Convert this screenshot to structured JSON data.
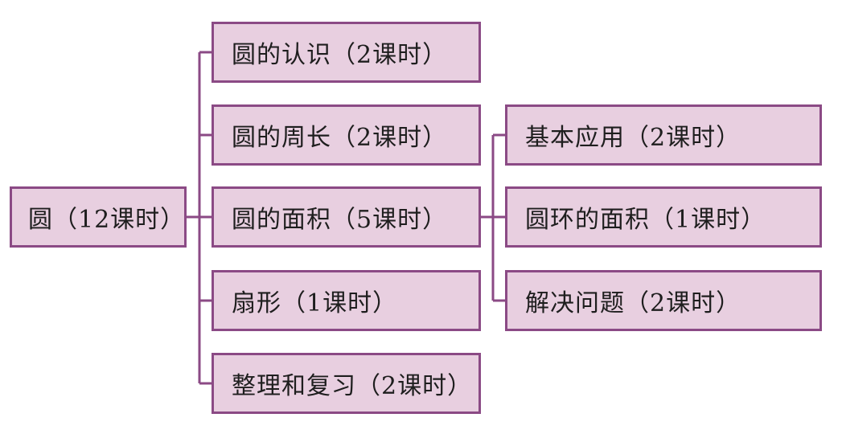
{
  "colors": {
    "node_fill": "#e8cfe0",
    "node_border": "#8b4a85",
    "connector": "#8b4a85",
    "text": "#1e1e1e"
  },
  "root": {
    "label": "圆（12课时）"
  },
  "lessons": [
    {
      "label": "圆的认识（2课时）"
    },
    {
      "label": "圆的周长（2课时）"
    },
    {
      "label": "圆的面积（5课时）"
    },
    {
      "label": "扇形（1课时）"
    },
    {
      "label": "整理和复习（2课时）"
    }
  ],
  "area_subtopics": [
    {
      "label": "基本应用（2课时）"
    },
    {
      "label": "圆环的面积（1课时）"
    },
    {
      "label": "解决问题（2课时）"
    }
  ]
}
